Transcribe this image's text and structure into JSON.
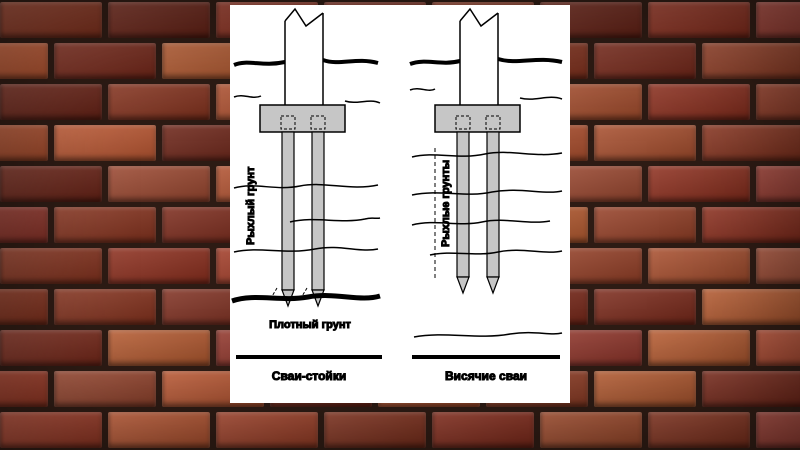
{
  "slide": {
    "panel_background": "#ffffff"
  },
  "figures": {
    "left": {
      "loose_soil_label": "Рыхлый грунт",
      "dense_soil_label": "Плотный грунт",
      "caption": "Сваи-стойки"
    },
    "right": {
      "loose_soil_label": "Рыхлые грунты",
      "caption": "Висячие сваи"
    }
  },
  "colors": {
    "pile_fill": "#c6c6c6",
    "line": "#000000",
    "panel": "#ffffff",
    "mortar": "#2d1b14",
    "brick_palette": [
      "#a23c27",
      "#8e2f1e",
      "#b1512f",
      "#7c2a1b",
      "#9c4830",
      "#c05a34",
      "#89341f",
      "#6d2417",
      "#aa452b",
      "#964027",
      "#b85c31",
      "#803021",
      "#93362b",
      "#a94f2e"
    ]
  }
}
